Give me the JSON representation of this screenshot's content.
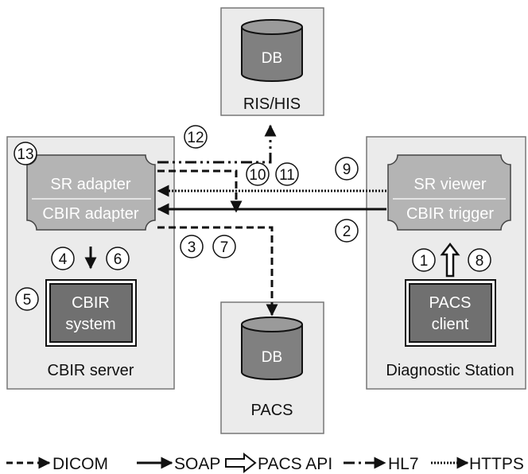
{
  "ris_his": {
    "label": "RIS/HIS",
    "db": "DB"
  },
  "pacs": {
    "label": "PACS",
    "db": "DB"
  },
  "cbir_server": {
    "label": "CBIR server",
    "sr_adapter": "SR adapter",
    "cbir_adapter": "CBIR adapter",
    "cbir_system_line1": "CBIR",
    "cbir_system_line2": "system"
  },
  "diagnostic_station": {
    "label": "Diagnostic Station",
    "sr_viewer": "SR viewer",
    "cbir_trigger": "CBIR trigger",
    "pacs_client_line1": "PACS",
    "pacs_client_line2": "client"
  },
  "steps": {
    "s1": "1",
    "s2": "2",
    "s3": "3",
    "s4": "4",
    "s5": "5",
    "s6": "6",
    "s7": "7",
    "s8": "8",
    "s9": "9",
    "s10": "10",
    "s11": "11",
    "s12": "12",
    "s13": "13"
  },
  "legend": {
    "dicom": "DICOM",
    "soap": "SOAP",
    "pacs_api": "PACS API",
    "hl7": "HL7",
    "https": "HTTPS"
  },
  "colors": {
    "panel": "#ebebeb",
    "module": "#b4b4b4",
    "inner_box": "#707070",
    "db": "#808080"
  }
}
